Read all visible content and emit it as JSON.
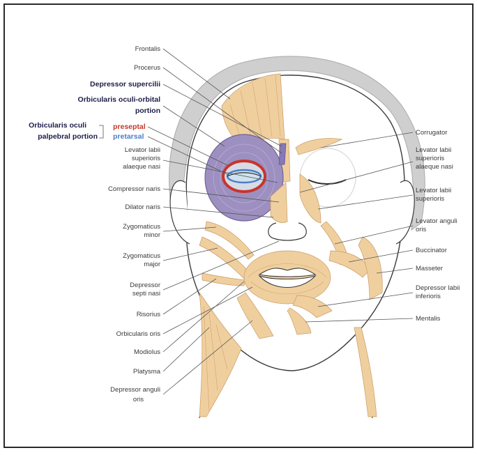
{
  "labels_left": [
    {
      "key": "frontalis",
      "text": "Frontalis"
    },
    {
      "key": "procerus",
      "text": "Procerus"
    },
    {
      "key": "depressor_supercilii",
      "text": "Depressor supercilii"
    },
    {
      "key": "orbicularis_orbital_1",
      "text": "Orbicularis oculi-orbital"
    },
    {
      "key": "orbicularis_orbital_2",
      "text": "portion"
    },
    {
      "key": "orbicularis_palpebral_1",
      "text": "Orbicularis oculi"
    },
    {
      "key": "orbicularis_palpebral_2",
      "text": "palpebral portion"
    },
    {
      "key": "preseptal",
      "text": "preseptal"
    },
    {
      "key": "pretarsal",
      "text": "pretarsal"
    },
    {
      "key": "levator_alaeque_1",
      "text": "Levator labii"
    },
    {
      "key": "levator_alaeque_2",
      "text": "superioris"
    },
    {
      "key": "levator_alaeque_3",
      "text": "alaeque nasi"
    },
    {
      "key": "compressor_naris",
      "text": "Compressor naris"
    },
    {
      "key": "dilator_naris",
      "text": "Dilator naris"
    },
    {
      "key": "zyg_minor_1",
      "text": "Zygomaticus"
    },
    {
      "key": "zyg_minor_2",
      "text": "minor"
    },
    {
      "key": "zyg_major_1",
      "text": "Zygomaticus"
    },
    {
      "key": "zyg_major_2",
      "text": "major"
    },
    {
      "key": "dep_septi_1",
      "text": "Depressor"
    },
    {
      "key": "dep_septi_2",
      "text": "septi nasi"
    },
    {
      "key": "risorius",
      "text": "Risorius"
    },
    {
      "key": "orbicularis_oris",
      "text": "Orbicularis oris"
    },
    {
      "key": "modiolus",
      "text": "Modiolus"
    },
    {
      "key": "platysma",
      "text": "Platysma"
    },
    {
      "key": "dep_anguli_1",
      "text": "Depressor anguli"
    },
    {
      "key": "dep_anguli_2",
      "text": "oris"
    }
  ],
  "labels_right": [
    {
      "key": "corrugator",
      "text": "Corrugator"
    },
    {
      "key": "lev_alaeque_r1",
      "text": "Levator labii"
    },
    {
      "key": "lev_alaeque_r2",
      "text": "superioris"
    },
    {
      "key": "lev_alaeque_r3",
      "text": "alaeque nasi"
    },
    {
      "key": "lev_sup_1",
      "text": "Levator labii"
    },
    {
      "key": "lev_sup_2",
      "text": "superioris"
    },
    {
      "key": "lev_anguli_1",
      "text": "Levator anguli"
    },
    {
      "key": "lev_anguli_2",
      "text": "oris"
    },
    {
      "key": "buccinator",
      "text": "Buccinator"
    },
    {
      "key": "masseter",
      "text": "Masseter"
    },
    {
      "key": "dep_labii_1",
      "text": "Depressor labii"
    },
    {
      "key": "dep_labii_2",
      "text": "inferioris"
    },
    {
      "key": "mentalis",
      "text": "Mentalis"
    }
  ],
  "colors": {
    "muscle": "#f0cf9f",
    "orbital_ring": "#9d90c0",
    "preseptal": "#c8352a",
    "pretarsal": "#4a7fc4",
    "hair": "#c9c9c9"
  }
}
